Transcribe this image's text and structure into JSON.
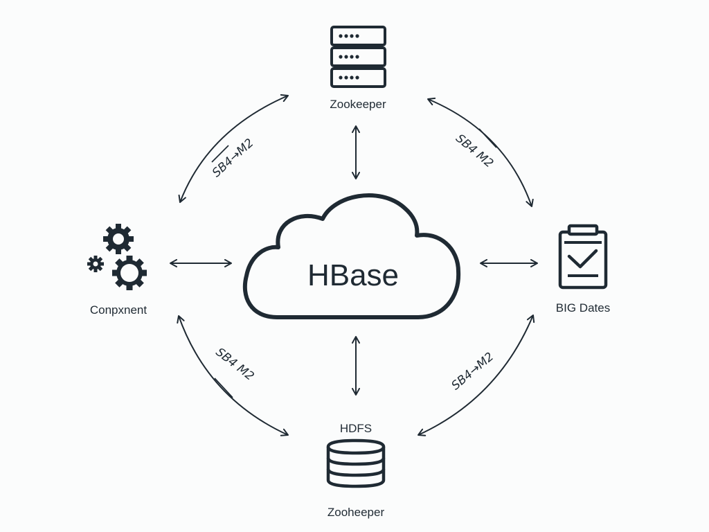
{
  "center": {
    "label": "HBase",
    "icon": "cloud-icon"
  },
  "nodes": {
    "top": {
      "label": "Zookeeper",
      "icon": "server-rack-icon"
    },
    "left": {
      "label": "Conpxnent",
      "icon": "gears-icon"
    },
    "right": {
      "label": "BIG Dates",
      "icon": "clipboard-check-icon"
    },
    "bottom": {
      "label_top": "HDFS",
      "label_bottom": "Zooheeper",
      "icon": "database-icon"
    }
  },
  "edge_labels": {
    "top_left": "SB4→M2",
    "top_right": "SB4 M2",
    "bottom_left": "SB4 M2",
    "bottom_right": "SB4→M2"
  },
  "colors": {
    "ink": "#1f2a33",
    "background": "#fbfcfc"
  }
}
